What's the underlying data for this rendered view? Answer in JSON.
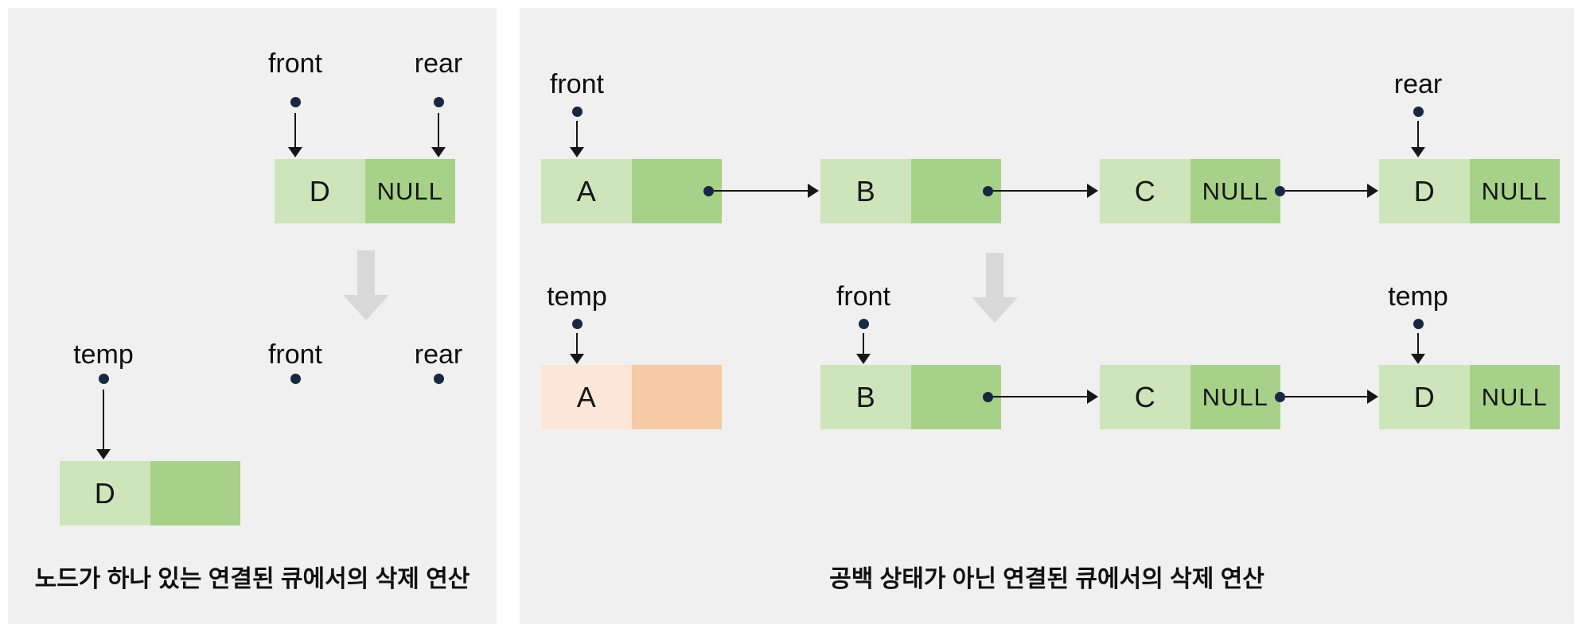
{
  "colors": {
    "panel_bg": "#f0f0f0",
    "cell_data_green": "#cee5bb",
    "cell_link_green": "#a7d189",
    "cell_data_peach": "#fbe6d7",
    "cell_link_peach": "#f6caa4",
    "pointer_dot_navy": "#1a2742",
    "big_arrow_gray": "#d8d8d8",
    "text": "#101010"
  },
  "left_panel": {
    "caption": "노드가 하나 있는 연결된 큐에서의 삭제 연산",
    "top": {
      "front_label": "front",
      "rear_label": "rear",
      "node": {
        "value": "D",
        "link": "NULL"
      }
    },
    "bottom": {
      "temp_label": "temp",
      "front_label": "front",
      "rear_label": "rear",
      "node": {
        "value": "D",
        "link": ""
      }
    }
  },
  "right_panel": {
    "caption": "공백 상태가 아닌 연결된 큐에서의 삭제 연산",
    "top": {
      "front_label": "front",
      "rear_label": "rear",
      "nodes": [
        {
          "value": "A",
          "link": ""
        },
        {
          "value": "B",
          "link": ""
        },
        {
          "value": "C",
          "link": "NULL"
        },
        {
          "value": "D",
          "link": "NULL"
        }
      ]
    },
    "bottom": {
      "temp_a_label": "temp",
      "front_label": "front",
      "temp_d_label": "temp",
      "nodes": [
        {
          "value": "A",
          "link": ""
        },
        {
          "value": "B",
          "link": ""
        },
        {
          "value": "C",
          "link": "NULL"
        },
        {
          "value": "D",
          "link": "NULL"
        }
      ]
    }
  }
}
